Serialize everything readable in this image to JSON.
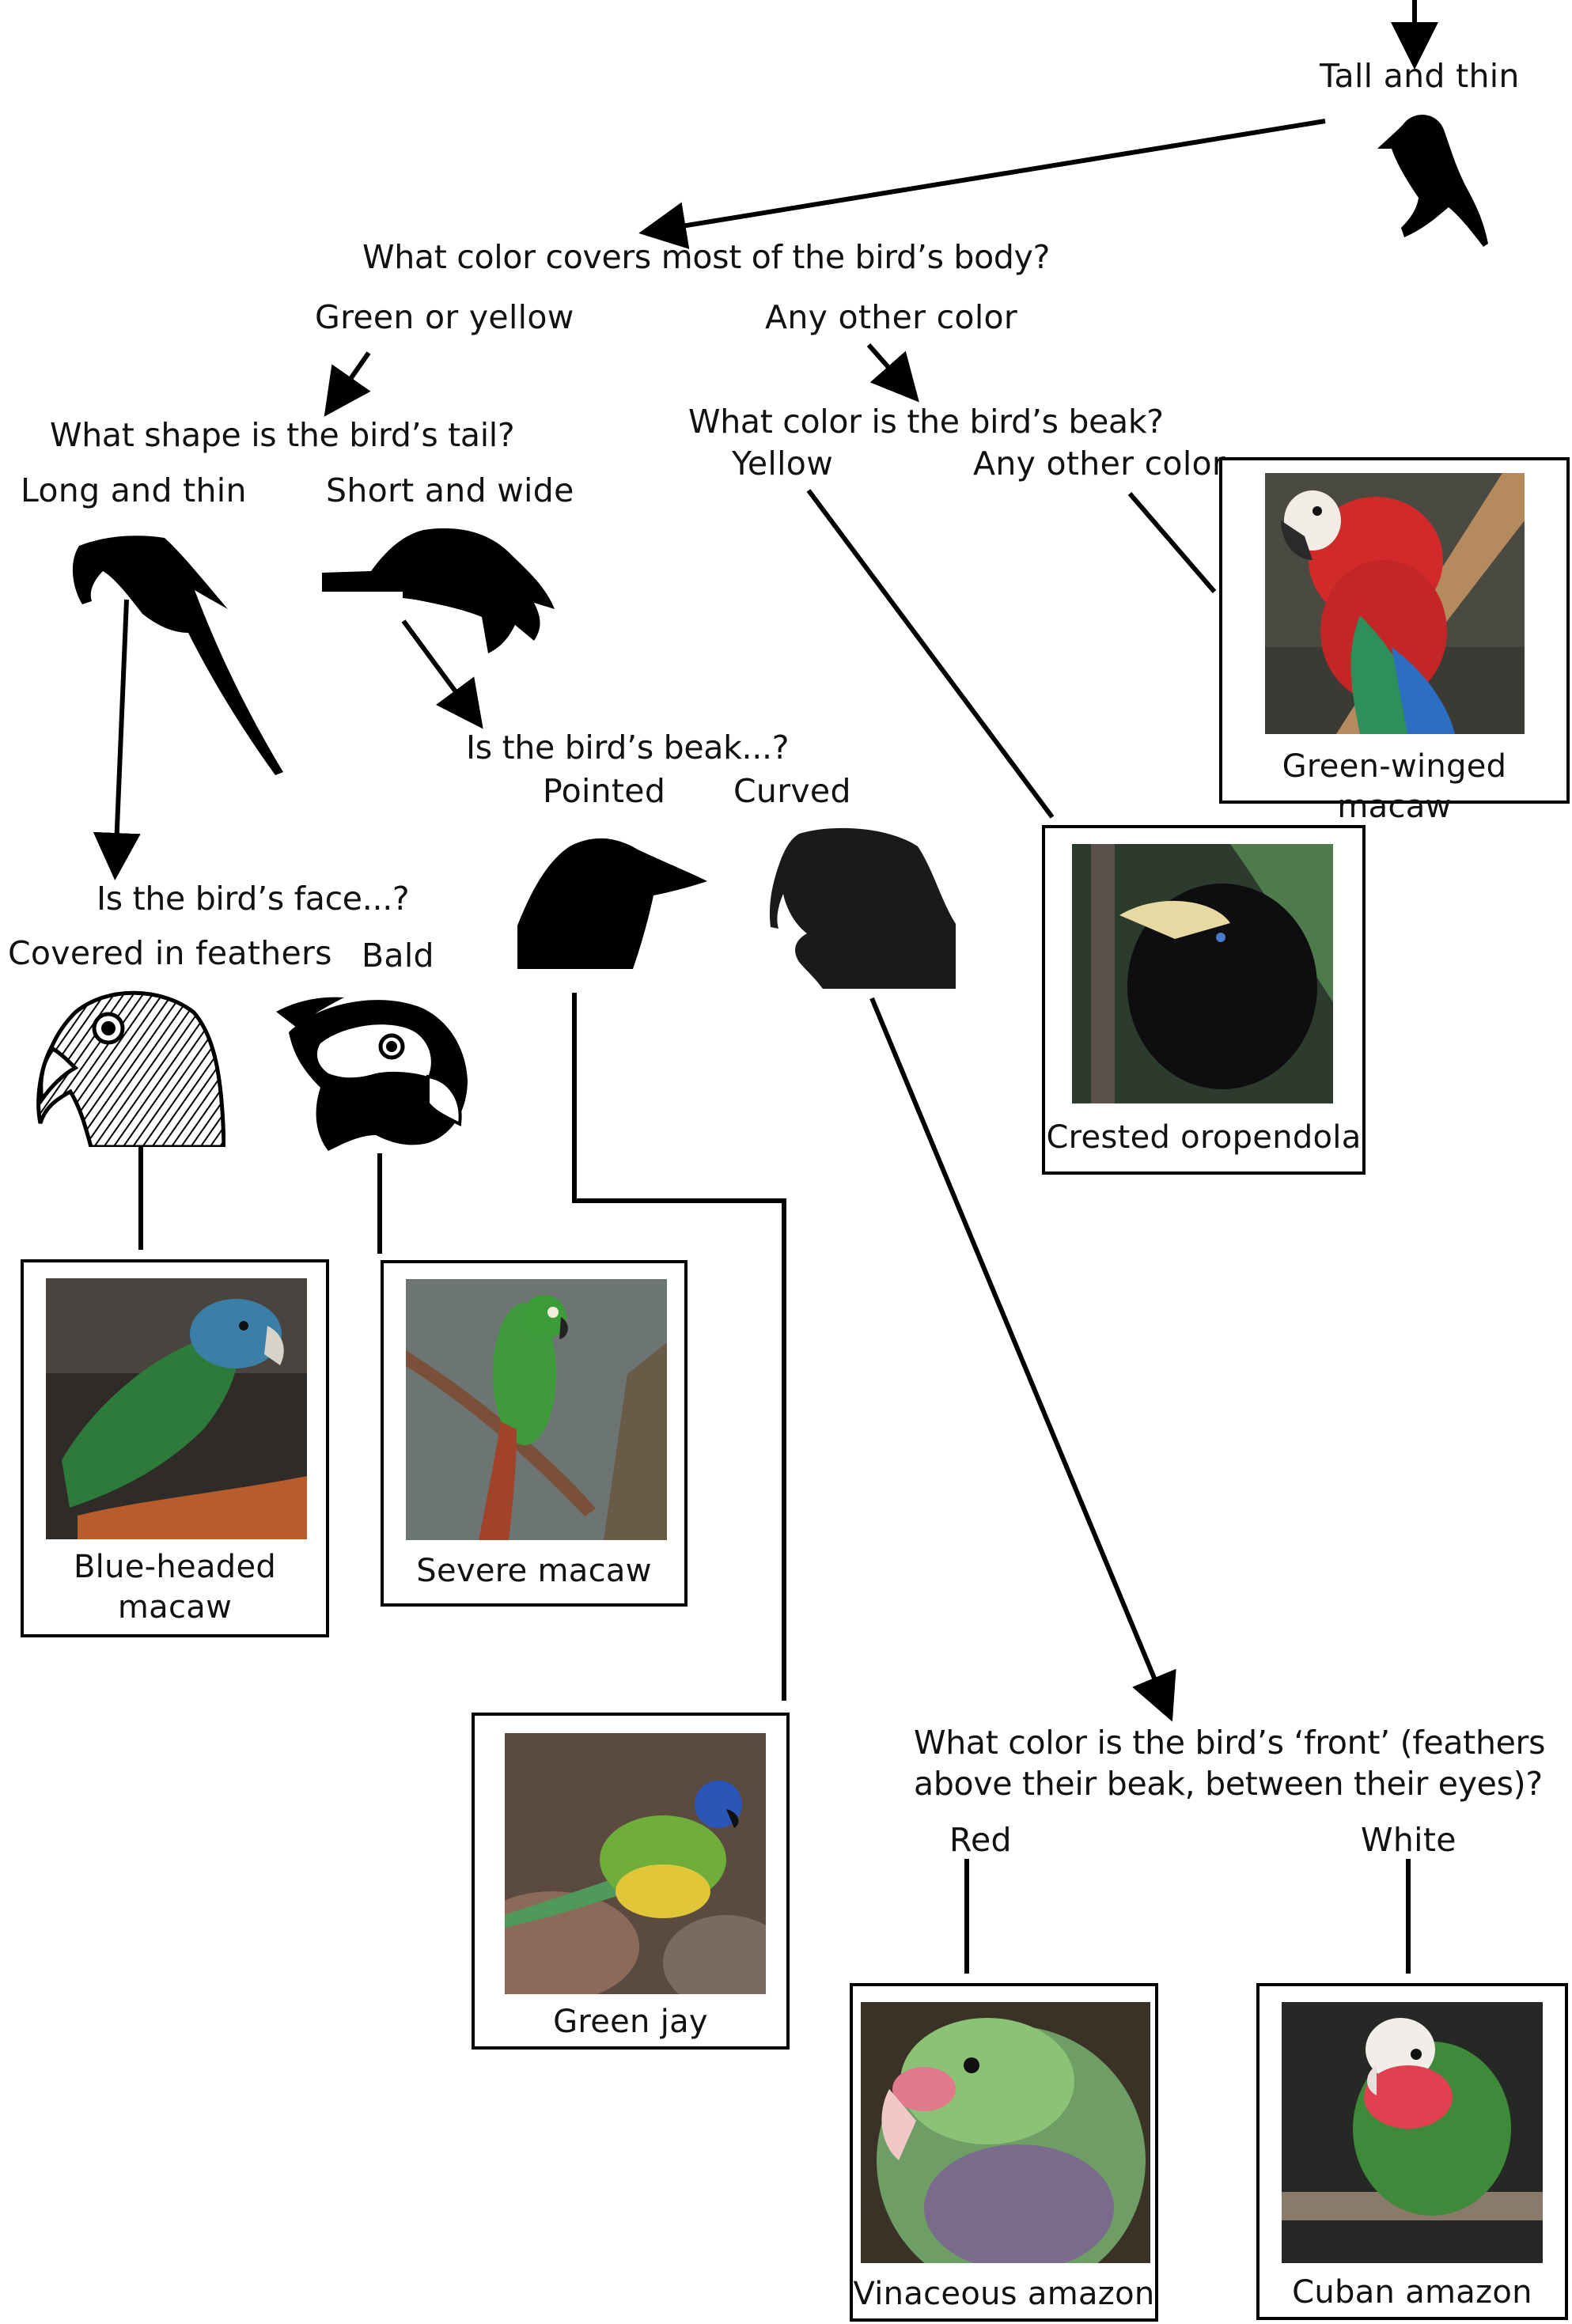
{
  "top_answer": "Tall and thin",
  "questions": {
    "body_color": "What color covers most of the bird’s body?",
    "tail_shape": "What shape is the bird’s tail?",
    "beak_color": "What color is the bird’s beak?",
    "beak_shape": "Is the bird’s beak...?",
    "face": "Is the bird’s face...?",
    "front_color_line1": "What color is the bird’s ‘front’ (feathers",
    "front_color_line2": "above their beak, between their eyes)?"
  },
  "answers": {
    "green_or_yellow": "Green or yellow",
    "any_other_color_body": "Any other color",
    "long_and_thin": "Long and thin",
    "short_and_wide": "Short and wide",
    "yellow": "Yellow",
    "any_other_color_beak": "Any other color",
    "pointed": "Pointed",
    "curved": "Curved",
    "covered_in_feathers": "Covered in feathers",
    "bald": "Bald",
    "red": "Red",
    "white": "White"
  },
  "species": {
    "green_winged_macaw": "Green-winged macaw",
    "crested_oropendola": "Crested oropendola",
    "blue_headed_macaw_line1": "Blue-headed",
    "blue_headed_macaw_line2": "macaw",
    "severe_macaw": "Severe macaw",
    "green_jay": "Green jay",
    "vinaceous_amazon": "Vinaceous amazon",
    "cuban_amazon": "Cuban amazon"
  },
  "icons": [
    "tall-thin-bird-silhouette-icon",
    "long-thin-tail-silhouette-icon",
    "short-wide-tail-silhouette-icon",
    "pointed-beak-silhouette-icon",
    "curved-beak-silhouette-icon",
    "feathered-face-drawing-icon",
    "bald-face-drawing-icon"
  ],
  "colors": {
    "line": "#000000",
    "background": "#ffffff"
  }
}
